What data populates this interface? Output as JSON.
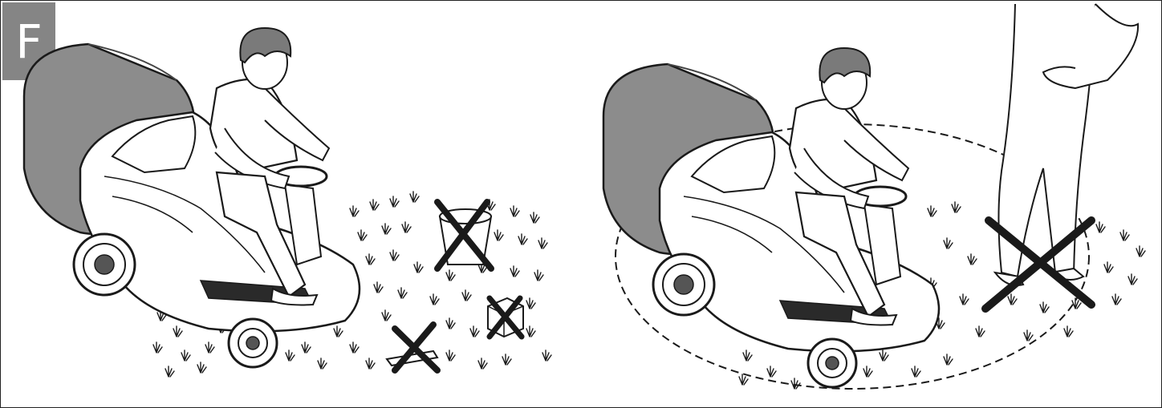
{
  "figure": {
    "label": "F",
    "panels": [
      {
        "name": "left-panel",
        "prohibited_objects": [
          "bucket",
          "toy-block",
          "rake-tool"
        ]
      },
      {
        "name": "right-panel",
        "prohibited_objects": [
          "bystander-feet"
        ],
        "zone": "dashed-danger-zone"
      }
    ]
  },
  "colors": {
    "badge": "#858585",
    "bag": "#8c8c8c",
    "line": "#1a1a1a",
    "hair": "#7a7a7a"
  },
  "icons": [
    "prohibition-cross-icon",
    "grass-tuft-icon"
  ]
}
